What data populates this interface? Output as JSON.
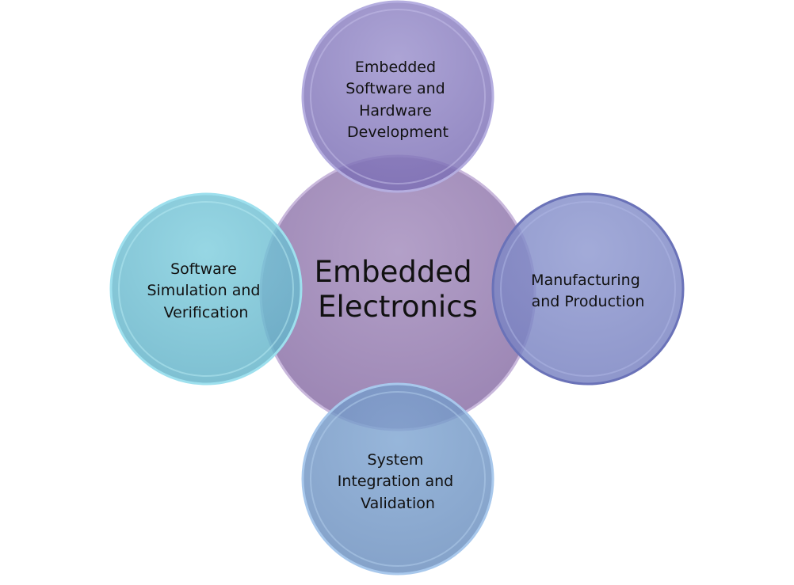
{
  "diagram": {
    "center": {
      "lines": [
        "Embedded",
        "Electronics"
      ],
      "color": "#a994c0"
    },
    "nodes": [
      {
        "id": "top",
        "lines": [
          "Embedded",
          "Software and",
          "Hardware",
          "Development"
        ],
        "color": "#8a80c0"
      },
      {
        "id": "right",
        "lines": [
          "Manufacturing",
          "and Production"
        ],
        "color": "#7d88c8"
      },
      {
        "id": "bottom",
        "lines": [
          "System",
          "Integration and",
          "Validation"
        ],
        "color": "#6e98cc"
      },
      {
        "id": "left",
        "lines": [
          "Software",
          "Simulation and",
          "Verification"
        ],
        "color": "#6cc4d6"
      }
    ]
  }
}
